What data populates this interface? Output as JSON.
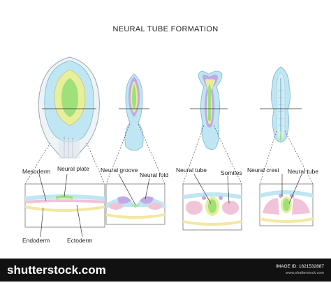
{
  "diagram": {
    "title": "NEURAL TUBE FORMATION",
    "labels": {
      "mesoderm": "Mesoderm",
      "neural_plate": "Neural plate",
      "endoderm": "Endoderm",
      "ectoderm": "Ectoderm",
      "neural_groove": "Neural groove",
      "neural_fold": "Neural fold",
      "neural_tube_1": "Neural tube",
      "somites": "Somites",
      "neural_crest": "Neural crest",
      "neural_tube_2": "Neural tube"
    },
    "colors": {
      "ectoderm_blue": "#bfe6f2",
      "mesoderm_pink": "#f1c3d8",
      "neural_green": "#9fe07a",
      "neural_yellow": "#e8ee9a",
      "endoderm_yellow": "#f3e7a2",
      "purple": "#c3a9e3"
    }
  },
  "footer": {
    "brand": "shutterstock.com",
    "image_id": "IMAGE ID: 1621532887",
    "site": "www.shutterstock.com"
  }
}
